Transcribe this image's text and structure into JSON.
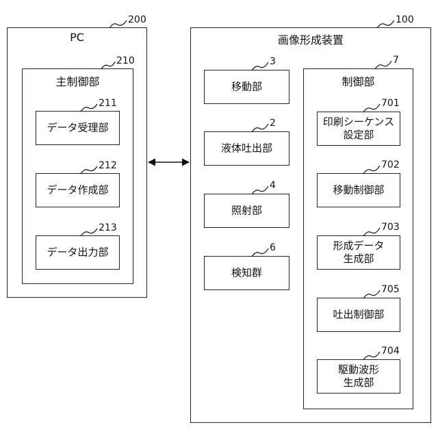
{
  "pc": {
    "title": "PC",
    "ref": "200",
    "controller": {
      "title": "主制御部",
      "ref": "210",
      "units": [
        {
          "label": "データ受理部",
          "ref": "211"
        },
        {
          "label": "データ作成部",
          "ref": "212"
        },
        {
          "label": "データ出力部",
          "ref": "213"
        }
      ]
    }
  },
  "device": {
    "title": "画像形成装置",
    "ref": "100",
    "units": [
      {
        "label": "移動部",
        "ref": "3"
      },
      {
        "label": "液体吐出部",
        "ref": "2"
      },
      {
        "label": "照射部",
        "ref": "4"
      },
      {
        "label": "検知群",
        "ref": "6"
      }
    ],
    "controller": {
      "title": "制御部",
      "ref": "7",
      "units": [
        {
          "label": "印刷シーケンス\n設定部",
          "ref": "701"
        },
        {
          "label": "移動制御部",
          "ref": "702"
        },
        {
          "label": "形成データ\n生成部",
          "ref": "703"
        },
        {
          "label": "吐出制御部",
          "ref": "705"
        },
        {
          "label": "駆動波形\n生成部",
          "ref": "704"
        }
      ]
    }
  }
}
